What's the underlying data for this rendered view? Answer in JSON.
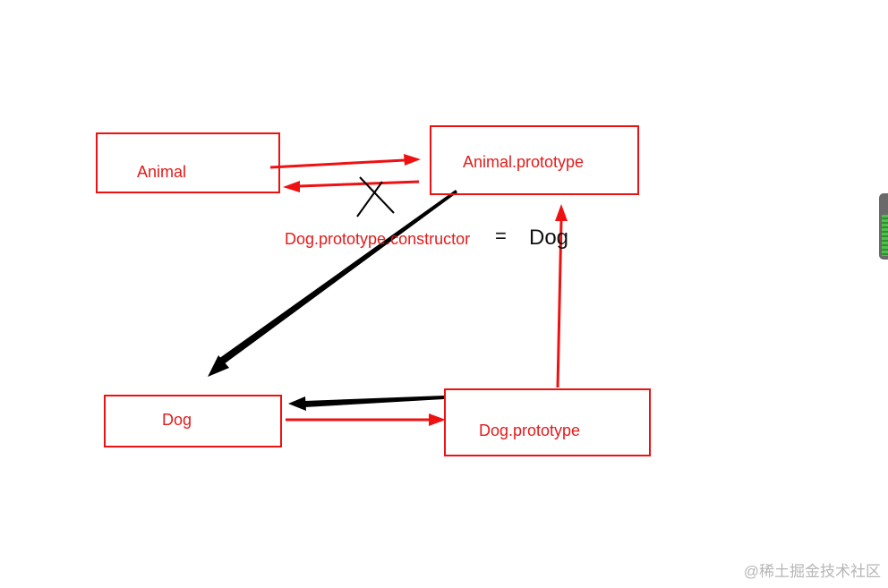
{
  "nodes": {
    "animal": {
      "label": "Animal"
    },
    "animal_prototype": {
      "label": "Animal.prototype"
    },
    "dog": {
      "label": "Dog"
    },
    "dog_prototype": {
      "label": "Dog.prototype"
    }
  },
  "annotation": {
    "lhs": "Dog.prototype.constructor",
    "equals": "=",
    "rhs": "Dog"
  },
  "watermark": "@稀土掘金技术社区",
  "colors": {
    "box_border": "#ee1111",
    "red_arrow": "#ee1111",
    "black_arrow": "#000000",
    "label_text": "#e31b1b"
  }
}
